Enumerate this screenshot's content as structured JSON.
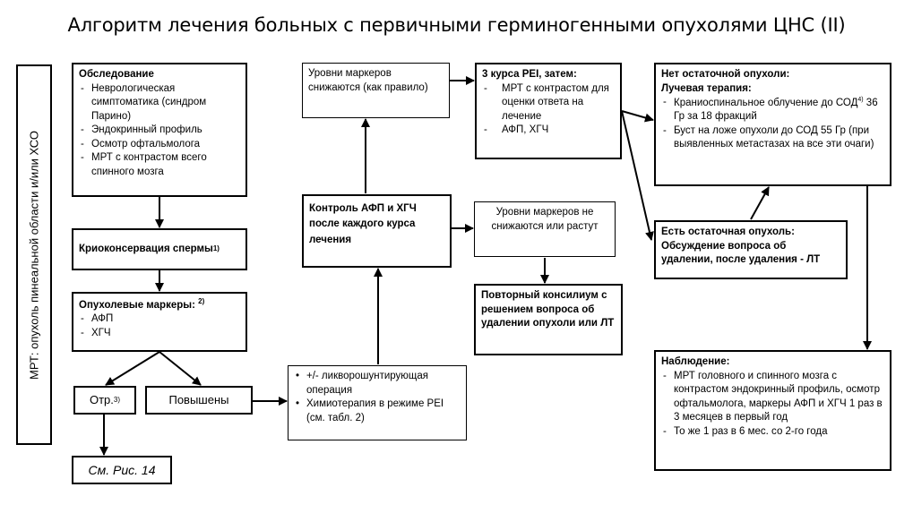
{
  "title": "Алгоритм лечения больных с первичными герминогенными опухолями ЦНС (II)",
  "side_label": "МРТ: опухоль пинеальной области и/или ХСО",
  "exam": {
    "heading": "Обследование",
    "items": [
      "Неврологическая симптоматика (синдром Парино)",
      "Эндокринный профиль",
      "Осмотр офтальмолога",
      "МРТ с контрастом всего спинного мозга"
    ]
  },
  "cryo": {
    "text": "Криоконсервация спермы",
    "sup": "1)"
  },
  "markers": {
    "heading": "Опухолевые маркеры:",
    "sup": "2)",
    "items": [
      "АФП",
      "ХГЧ"
    ]
  },
  "negative": {
    "text": "Отр.",
    "sup": "3)"
  },
  "elevated": {
    "text": "Повышены"
  },
  "see_fig": {
    "text": "См. Рис. 14"
  },
  "chemo": {
    "items": [
      "+/- ликворошунтирующая операция",
      "Химиотерапия в режиме PEI (см. табл. 2)"
    ]
  },
  "control": {
    "text": "Контроль АФП и ХГЧ после каждого курса лечения"
  },
  "decrease": {
    "text": "Уровни маркеров снижаются (как правило)"
  },
  "no_decrease": {
    "text": "Уровни маркеров не снижаются или растут"
  },
  "council": {
    "text": "Повторный консилиум с решением вопроса об удалении опухоли или ЛТ"
  },
  "pei3": {
    "heading": "3 курса PEI, затем:",
    "items": [
      "МРТ с контрастом для оценки ответа на лечение",
      "АФП, ХГЧ"
    ]
  },
  "no_residual": {
    "heading1": "Нет остаточной опухоли:",
    "heading2": "Лучевая терапия:",
    "item1_a": "Краниоспинальное облучение до СОД",
    "item1_sup": "4)",
    "item1_b": " 36 Гр за 18 фракций",
    "item2": "Буст на ложе опухоли до СОД 55 Гр (при выявленных метастазах на все эти очаги)"
  },
  "residual": {
    "text": "Есть остаточная опухоль: Обсуждение вопроса об удалении, после удаления - ЛТ"
  },
  "observation": {
    "heading": "Наблюдение:",
    "items": [
      "МРТ головного и спинного мозга с контрастом эндокринный профиль, осмотр офтальмолога, маркеры АФП и ХГЧ 1 раз в 3 месяцев в первый год",
      "То же 1 раз в 6 мес. со 2-го года"
    ]
  }
}
